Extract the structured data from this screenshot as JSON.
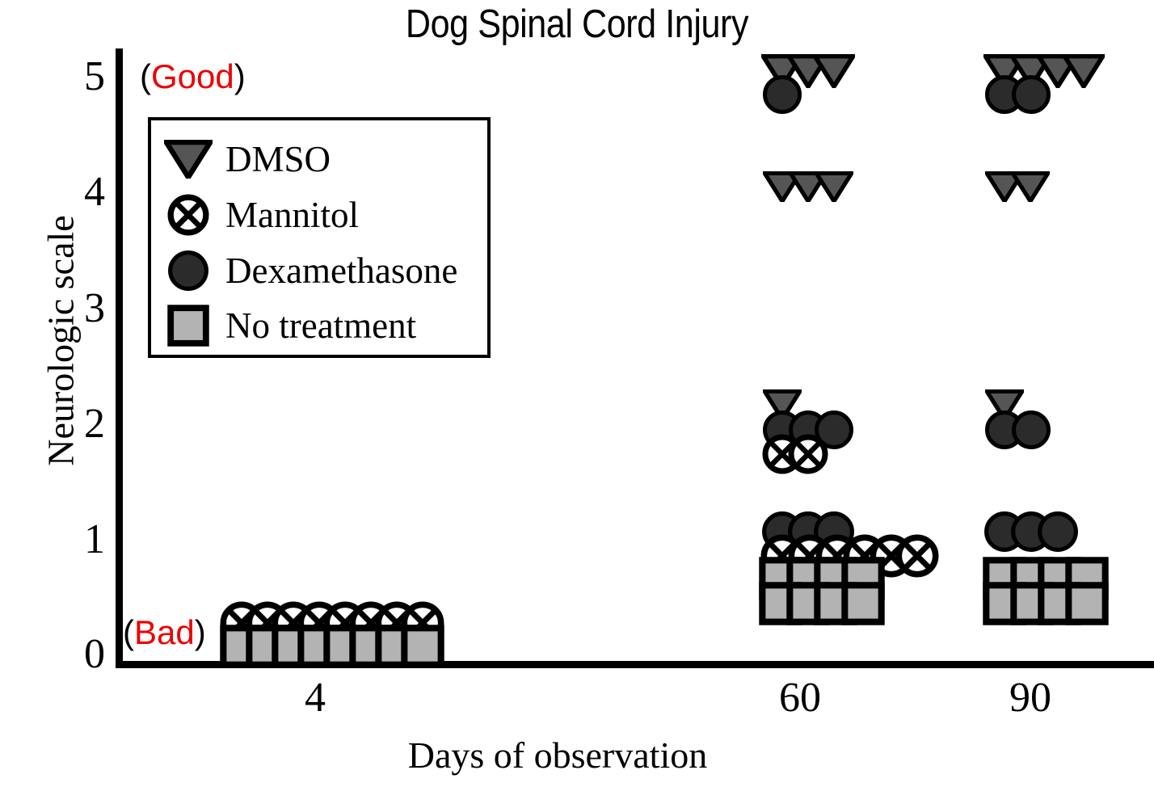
{
  "title": "Dog Spinal Cord Injury",
  "axes": {
    "y_label": "Neurologic scale",
    "x_label": "Days of observation",
    "y_ticks": [
      "5",
      "4",
      "3",
      "2",
      "1",
      "0"
    ],
    "x_ticks": [
      "4",
      "60",
      "90"
    ]
  },
  "annotations": {
    "good_open": "(",
    "good_text": "Good",
    "good_close": ")",
    "bad_open": "(",
    "bad_text": "Bad",
    "bad_close": ")"
  },
  "legend": {
    "items": [
      {
        "key": "dmso",
        "label": "DMSO",
        "icon": "down-triangle-icon",
        "color": "#555555"
      },
      {
        "key": "mannitol",
        "label": "Mannitol",
        "icon": "circle-x-icon",
        "color": "#ffffff"
      },
      {
        "key": "dexamethasone",
        "label": "Dexamethasone",
        "icon": "filled-circle-icon",
        "color": "#2b2b2b"
      },
      {
        "key": "no_treatment",
        "label": "No treatment",
        "icon": "filled-square-icon",
        "color": "#b3b3b3"
      }
    ]
  },
  "colors": {
    "axis": "#000000",
    "highlight": "#ee0000",
    "dmso_fill": "#555555",
    "mannitol_fill": "#ffffff",
    "dexamethasone_fill": "#2b2b2b",
    "no_treatment_fill": "#b3b3b3",
    "outline": "#000000",
    "background": "#ffffff"
  },
  "chart_data": {
    "type": "scatter",
    "title": "Dog Spinal Cord Injury",
    "xlabel": "Days of observation",
    "ylabel": "Neurologic scale",
    "ylim": [
      0,
      5.3
    ],
    "yticks": [
      0,
      1,
      2,
      3,
      4,
      5
    ],
    "xticks": [
      4,
      60,
      90
    ],
    "grid": false,
    "legend_position": "upper-left-inside",
    "annotations": [
      {
        "text": "(Good)",
        "x": 4,
        "y": 5.0,
        "note": "top of neurologic scale"
      },
      {
        "text": "(Bad)",
        "x": 4,
        "y": 0.05,
        "note": "bottom of neurologic scale"
      }
    ],
    "series": [
      {
        "name": "DMSO",
        "marker": "down-triangle",
        "color": "#555555",
        "points": [
          {
            "day": 60,
            "score": 5
          },
          {
            "day": 60,
            "score": 5
          },
          {
            "day": 60,
            "score": 5
          },
          {
            "day": 60,
            "score": 4
          },
          {
            "day": 60,
            "score": 4
          },
          {
            "day": 60,
            "score": 4
          },
          {
            "day": 60,
            "score": 2
          },
          {
            "day": 90,
            "score": 5
          },
          {
            "day": 90,
            "score": 5
          },
          {
            "day": 90,
            "score": 5
          },
          {
            "day": 90,
            "score": 5
          },
          {
            "day": 90,
            "score": 4
          },
          {
            "day": 90,
            "score": 4
          },
          {
            "day": 90,
            "score": 2
          }
        ],
        "counts": {
          "4": 0,
          "60": 7,
          "90": 7
        }
      },
      {
        "name": "Mannitol",
        "marker": "circle-x",
        "color": "#ffffff",
        "points": [
          {
            "day": 4,
            "score": 0
          },
          {
            "day": 4,
            "score": 0
          },
          {
            "day": 4,
            "score": 0
          },
          {
            "day": 4,
            "score": 0
          },
          {
            "day": 4,
            "score": 0
          },
          {
            "day": 4,
            "score": 0
          },
          {
            "day": 4,
            "score": 0
          },
          {
            "day": 4,
            "score": 0
          },
          {
            "day": 60,
            "score": 2
          },
          {
            "day": 60,
            "score": 2
          },
          {
            "day": 60,
            "score": 1
          },
          {
            "day": 60,
            "score": 1
          },
          {
            "day": 60,
            "score": 1
          },
          {
            "day": 60,
            "score": 1
          },
          {
            "day": 60,
            "score": 1
          },
          {
            "day": 60,
            "score": 1
          }
        ],
        "counts": {
          "4": 8,
          "60": 8,
          "90": 0
        }
      },
      {
        "name": "Dexamethasone",
        "marker": "filled-circle",
        "color": "#2b2b2b",
        "points": [
          {
            "day": 60,
            "score": 5
          },
          {
            "day": 60,
            "score": 2
          },
          {
            "day": 60,
            "score": 2
          },
          {
            "day": 60,
            "score": 2
          },
          {
            "day": 60,
            "score": 1
          },
          {
            "day": 60,
            "score": 1
          },
          {
            "day": 60,
            "score": 1
          },
          {
            "day": 90,
            "score": 5
          },
          {
            "day": 90,
            "score": 5
          },
          {
            "day": 90,
            "score": 2
          },
          {
            "day": 90,
            "score": 2
          },
          {
            "day": 90,
            "score": 1
          },
          {
            "day": 90,
            "score": 1
          },
          {
            "day": 90,
            "score": 1
          }
        ],
        "counts": {
          "4": 0,
          "60": 7,
          "90": 7
        }
      },
      {
        "name": "No treatment",
        "marker": "filled-square",
        "color": "#b3b3b3",
        "points": [
          {
            "day": 4,
            "score": 0
          },
          {
            "day": 4,
            "score": 0
          },
          {
            "day": 4,
            "score": 0
          },
          {
            "day": 4,
            "score": 0
          },
          {
            "day": 4,
            "score": 0
          },
          {
            "day": 4,
            "score": 0
          },
          {
            "day": 4,
            "score": 0
          },
          {
            "day": 4,
            "score": 0
          },
          {
            "day": 60,
            "score": 1
          },
          {
            "day": 60,
            "score": 1
          },
          {
            "day": 60,
            "score": 1
          },
          {
            "day": 60,
            "score": 1
          },
          {
            "day": 60,
            "score": 1
          },
          {
            "day": 60,
            "score": 1
          },
          {
            "day": 60,
            "score": 1
          },
          {
            "day": 60,
            "score": 1
          },
          {
            "day": 90,
            "score": 1
          },
          {
            "day": 90,
            "score": 1
          },
          {
            "day": 90,
            "score": 1
          },
          {
            "day": 90,
            "score": 1
          },
          {
            "day": 90,
            "score": 1
          },
          {
            "day": 90,
            "score": 1
          },
          {
            "day": 90,
            "score": 1
          },
          {
            "day": 90,
            "score": 1
          }
        ],
        "counts": {
          "4": 8,
          "60": 8,
          "90": 8
        }
      }
    ]
  },
  "plot_markers": [
    {
      "series": "dmso",
      "x": 968,
      "y": 88,
      "size": 26
    },
    {
      "series": "dmso",
      "x": 1000,
      "y": 88,
      "size": 26
    },
    {
      "series": "dmso",
      "x": 1032,
      "y": 88,
      "size": 26
    },
    {
      "series": "dex",
      "x": 968,
      "y": 117,
      "size": 25
    },
    {
      "series": "dmso",
      "x": 968,
      "y": 231,
      "size": 24
    },
    {
      "series": "dmso",
      "x": 1000,
      "y": 231,
      "size": 24
    },
    {
      "series": "dmso",
      "x": 1032,
      "y": 231,
      "size": 24
    },
    {
      "series": "dmso",
      "x": 968,
      "y": 501,
      "size": 24
    },
    {
      "series": "dex",
      "x": 968,
      "y": 532,
      "size": 25
    },
    {
      "series": "dex",
      "x": 1000,
      "y": 532,
      "size": 25
    },
    {
      "series": "dex",
      "x": 1032,
      "y": 532,
      "size": 25
    },
    {
      "series": "mannitol",
      "x": 968,
      "y": 562,
      "size": 25
    },
    {
      "series": "mannitol",
      "x": 1000,
      "y": 562,
      "size": 25
    },
    {
      "series": "dex",
      "x": 968,
      "y": 658,
      "size": 26
    },
    {
      "series": "dex",
      "x": 1000,
      "y": 658,
      "size": 26
    },
    {
      "series": "dex",
      "x": 1032,
      "y": 658,
      "size": 26
    },
    {
      "series": "mannitol",
      "x": 968,
      "y": 688,
      "size": 27
    },
    {
      "series": "mannitol",
      "x": 1002,
      "y": 688,
      "size": 27
    },
    {
      "series": "mannitol",
      "x": 1036,
      "y": 688,
      "size": 27
    },
    {
      "series": "mannitol",
      "x": 1070,
      "y": 688,
      "size": 27
    },
    {
      "series": "mannitol",
      "x": 1103,
      "y": 688,
      "size": 27
    },
    {
      "series": "mannitol",
      "x": 1135,
      "y": 688,
      "size": 27
    },
    {
      "series": "none",
      "x": 966,
      "y": 716,
      "size": 27
    },
    {
      "series": "none",
      "x": 1000,
      "y": 716,
      "size": 27
    },
    {
      "series": "none",
      "x": 1034,
      "y": 716,
      "size": 27
    },
    {
      "series": "none",
      "x": 1068,
      "y": 716,
      "size": 27
    },
    {
      "series": "none",
      "x": 966,
      "y": 747,
      "size": 27
    },
    {
      "series": "none",
      "x": 1000,
      "y": 747,
      "size": 27
    },
    {
      "series": "none",
      "x": 1034,
      "y": 747,
      "size": 27
    },
    {
      "series": "none",
      "x": 1068,
      "y": 747,
      "size": 27
    },
    {
      "series": "dmso",
      "x": 1243,
      "y": 88,
      "size": 26
    },
    {
      "series": "dmso",
      "x": 1276,
      "y": 88,
      "size": 26
    },
    {
      "series": "dmso",
      "x": 1309,
      "y": 88,
      "size": 26
    },
    {
      "series": "dmso",
      "x": 1341,
      "y": 88,
      "size": 26
    },
    {
      "series": "dex",
      "x": 1243,
      "y": 117,
      "size": 25
    },
    {
      "series": "dex",
      "x": 1276,
      "y": 117,
      "size": 25
    },
    {
      "series": "dmso",
      "x": 1243,
      "y": 231,
      "size": 24
    },
    {
      "series": "dmso",
      "x": 1275,
      "y": 231,
      "size": 24
    },
    {
      "series": "dmso",
      "x": 1243,
      "y": 501,
      "size": 24
    },
    {
      "series": "dex",
      "x": 1243,
      "y": 532,
      "size": 25
    },
    {
      "series": "dex",
      "x": 1276,
      "y": 532,
      "size": 25
    },
    {
      "series": "dex",
      "x": 1243,
      "y": 658,
      "size": 26
    },
    {
      "series": "dex",
      "x": 1276,
      "y": 658,
      "size": 26
    },
    {
      "series": "dex",
      "x": 1309,
      "y": 658,
      "size": 26
    },
    {
      "series": "none",
      "x": 1243,
      "y": 716,
      "size": 27
    },
    {
      "series": "none",
      "x": 1277,
      "y": 716,
      "size": 27
    },
    {
      "series": "none",
      "x": 1311,
      "y": 716,
      "size": 27
    },
    {
      "series": "none",
      "x": 1345,
      "y": 716,
      "size": 27
    },
    {
      "series": "none",
      "x": 1243,
      "y": 747,
      "size": 27
    },
    {
      "series": "none",
      "x": 1277,
      "y": 747,
      "size": 27
    },
    {
      "series": "none",
      "x": 1311,
      "y": 747,
      "size": 27
    },
    {
      "series": "none",
      "x": 1345,
      "y": 747,
      "size": 27
    },
    {
      "series": "mannitol",
      "x": 299,
      "y": 771,
      "size": 27
    },
    {
      "series": "mannitol",
      "x": 331,
      "y": 771,
      "size": 27
    },
    {
      "series": "mannitol",
      "x": 363,
      "y": 771,
      "size": 27
    },
    {
      "series": "mannitol",
      "x": 395,
      "y": 771,
      "size": 27
    },
    {
      "series": "mannitol",
      "x": 427,
      "y": 771,
      "size": 27
    },
    {
      "series": "mannitol",
      "x": 459,
      "y": 771,
      "size": 27
    },
    {
      "series": "mannitol",
      "x": 491,
      "y": 771,
      "size": 27
    },
    {
      "series": "mannitol",
      "x": 523,
      "y": 771,
      "size": 27
    },
    {
      "series": "none",
      "x": 299,
      "y": 800,
      "size": 27
    },
    {
      "series": "none",
      "x": 331,
      "y": 800,
      "size": 27
    },
    {
      "series": "none",
      "x": 363,
      "y": 800,
      "size": 27
    },
    {
      "series": "none",
      "x": 395,
      "y": 800,
      "size": 27
    },
    {
      "series": "none",
      "x": 427,
      "y": 800,
      "size": 27
    },
    {
      "series": "none",
      "x": 459,
      "y": 800,
      "size": 27
    },
    {
      "series": "none",
      "x": 491,
      "y": 800,
      "size": 27
    },
    {
      "series": "none",
      "x": 523,
      "y": 800,
      "size": 27
    }
  ],
  "tick_positions": {
    "y": [
      95,
      238,
      382,
      525,
      668,
      810
    ],
    "x": [
      390,
      990,
      1275
    ]
  }
}
